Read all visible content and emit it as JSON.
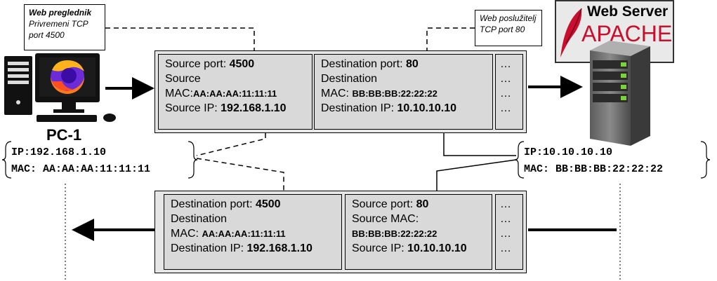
{
  "client": {
    "label": "PC-1",
    "callout": {
      "title": "Web preglednik",
      "line1": "Privremeni TCP",
      "line2": "port 4500"
    },
    "ip": "IP:192.168.1.10",
    "mac": "MAC: AA:AA:AA:11:11:11"
  },
  "server": {
    "logo_title": "Web Server",
    "logo_brand": "APACHE",
    "callout": {
      "line1": "Web poslužitelj",
      "line2": "TCP port 80"
    },
    "ip": "IP:10.10.10.10",
    "mac": "MAC: BB:BB:BB:22:22:22"
  },
  "request": {
    "src": {
      "port_label": "Source port: ",
      "port": "4500",
      "line2": "Source",
      "mac_label": "MAC:",
      "mac": "AA:AA:AA:11:11:11",
      "ip_label": "Source IP: ",
      "ip": "192.168.1.10"
    },
    "dst": {
      "port_label": "Destination port: ",
      "port": "80",
      "line2": "Destination",
      "mac_label": "MAC: ",
      "mac": "BB:BB:BB:22:22:22",
      "ip_label": "Destination IP: ",
      "ip": "10.10.10.10"
    },
    "dots": "…"
  },
  "response": {
    "dst": {
      "port_label": "Destination port: ",
      "port": "4500",
      "line2": "Destination",
      "mac_label": "MAC: ",
      "mac": "AA:AA:AA:11:11:11",
      "ip_label": "Destination IP: ",
      "ip": "192.168.1.10"
    },
    "src": {
      "port_label": "Source port: ",
      "port": "80",
      "line2": "Source MAC:",
      "mac": "BB:BB:BB:22:22:22",
      "ip_label": "Source IP: ",
      "ip": "10.10.10.10"
    },
    "dots": "…"
  },
  "colors": {
    "firefox_orange": "#ff7a1a",
    "firefox_purple": "#6b2bd6",
    "apache_red": "#c8102e",
    "server_led": "#7bd335"
  },
  "icons": [
    "desktop-computer-icon",
    "firefox-icon",
    "server-tower-icon",
    "apache-feather-icon",
    "arrow-right-icon",
    "arrow-left-icon"
  ]
}
